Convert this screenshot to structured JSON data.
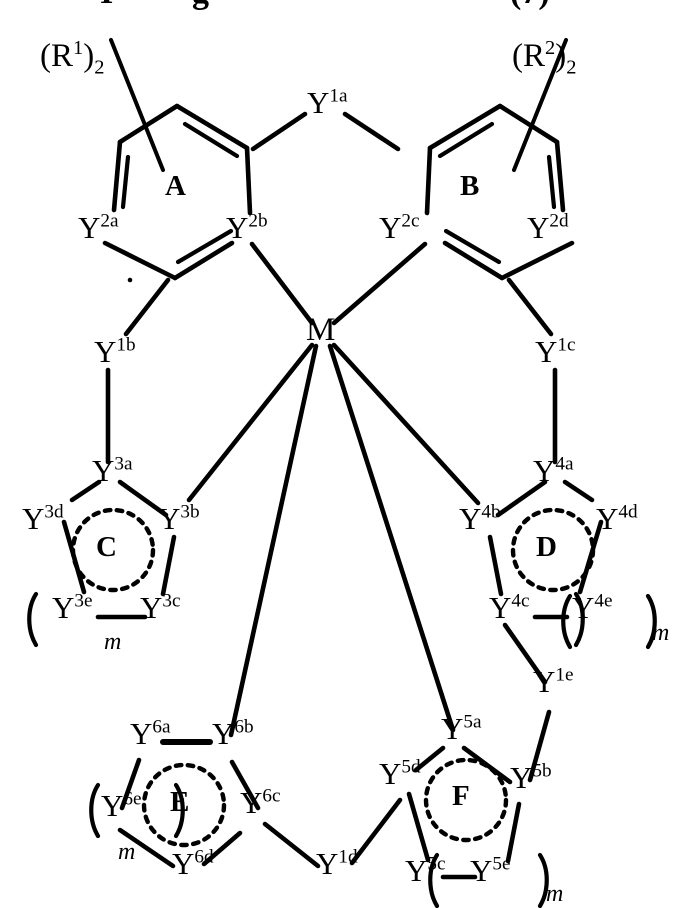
{
  "figure": {
    "type": "chemical-structure-diagram",
    "description": "Metal complex structure with aromatic rings A and B, five-membered heterocycles C, D, E, F coordinated to central metal M",
    "stroke_color": "#000000",
    "background_color": "#ffffff"
  },
  "labels": {
    "r1": {
      "open": "(",
      "symbol": "R",
      "sup": "1",
      "close": ")",
      "sub": "2"
    },
    "r2": {
      "open": "(",
      "symbol": "R",
      "sup": "2",
      "close": ")",
      "sub": "2"
    },
    "metal": "M",
    "ring_a": "A",
    "ring_b": "B",
    "ring_c": "C",
    "ring_d": "D",
    "ring_e": "E",
    "ring_f": "F",
    "m_subscript": "m",
    "paren_open": "(",
    "paren_close": ")"
  },
  "atoms": [
    {
      "id": "y1a",
      "base": "Y",
      "sup": "1a"
    },
    {
      "id": "y1b",
      "base": "Y",
      "sup": "1b"
    },
    {
      "id": "y1c",
      "base": "Y",
      "sup": "1c"
    },
    {
      "id": "y1d",
      "base": "Y",
      "sup": "1d"
    },
    {
      "id": "y1e",
      "base": "Y",
      "sup": "1e"
    },
    {
      "id": "y2a",
      "base": "Y",
      "sup": "2a"
    },
    {
      "id": "y2b",
      "base": "Y",
      "sup": "2b"
    },
    {
      "id": "y2c",
      "base": "Y",
      "sup": "2c"
    },
    {
      "id": "y2d",
      "base": "Y",
      "sup": "2d"
    },
    {
      "id": "y3a",
      "base": "Y",
      "sup": "3a"
    },
    {
      "id": "y3b",
      "base": "Y",
      "sup": "3b"
    },
    {
      "id": "y3c",
      "base": "Y",
      "sup": "3c"
    },
    {
      "id": "y3d",
      "base": "Y",
      "sup": "3d"
    },
    {
      "id": "y3e",
      "base": "Y",
      "sup": "3e"
    },
    {
      "id": "y4a",
      "base": "Y",
      "sup": "4a"
    },
    {
      "id": "y4b",
      "base": "Y",
      "sup": "4b"
    },
    {
      "id": "y4c",
      "base": "Y",
      "sup": "4c"
    },
    {
      "id": "y4d",
      "base": "Y",
      "sup": "4d"
    },
    {
      "id": "y4e",
      "base": "Y",
      "sup": "4e"
    },
    {
      "id": "y5a",
      "base": "Y",
      "sup": "5a"
    },
    {
      "id": "y5b",
      "base": "Y",
      "sup": "5b"
    },
    {
      "id": "y5c",
      "base": "Y",
      "sup": "5c"
    },
    {
      "id": "y5d",
      "base": "Y",
      "sup": "5d"
    },
    {
      "id": "y5e",
      "base": "Y",
      "sup": "5e"
    },
    {
      "id": "y6a",
      "base": "Y",
      "sup": "6a"
    },
    {
      "id": "y6b",
      "base": "Y",
      "sup": "6b"
    },
    {
      "id": "y6c",
      "base": "Y",
      "sup": "6c"
    },
    {
      "id": "y6d",
      "base": "Y",
      "sup": "6d"
    },
    {
      "id": "y6e",
      "base": "Y",
      "sup": "6e"
    }
  ],
  "atom_text": {
    "y1a": "Y",
    "y1a_sup": "1a",
    "y1b": "Y",
    "y1b_sup": "1b",
    "y1c": "Y",
    "y1c_sup": "1c",
    "y1d": "Y",
    "y1d_sup": "1d",
    "y1e": "Y",
    "y1e_sup": "1e",
    "y2a": "Y",
    "y2a_sup": "2a",
    "y2b": "Y",
    "y2b_sup": "2b",
    "y2c": "Y",
    "y2c_sup": "2c",
    "y2d": "Y",
    "y2d_sup": "2d",
    "y3a": "Y",
    "y3a_sup": "3a",
    "y3b": "Y",
    "y3b_sup": "3b",
    "y3c": "Y",
    "y3c_sup": "3c",
    "y3d": "Y",
    "y3d_sup": "3d",
    "y3e": "Y",
    "y3e_sup": "3e",
    "y4a": "Y",
    "y4a_sup": "4a",
    "y4b": "Y",
    "y4b_sup": "4b",
    "y4c": "Y",
    "y4c_sup": "4c",
    "y4d": "Y",
    "y4d_sup": "4d",
    "y4e": "Y",
    "y4e_sup": "4e",
    "y5a": "Y",
    "y5a_sup": "5a",
    "y5b": "Y",
    "y5b_sup": "5b",
    "y5c": "Y",
    "y5c_sup": "5c",
    "y5d": "Y",
    "y5d_sup": "5d",
    "y5e": "Y",
    "y5e_sup": "5e",
    "y6a": "Y",
    "y6a_sup": "6a",
    "y6b": "Y",
    "y6b_sup": "6b",
    "y6c": "Y",
    "y6c_sup": "6c",
    "y6d": "Y",
    "y6d_sup": "6d",
    "y6e": "Y",
    "y6e_sup": "6e"
  },
  "rings": {
    "a": {
      "label": "A",
      "type": "benzene",
      "members": [
        "y2a",
        "y2b"
      ]
    },
    "b": {
      "label": "B",
      "type": "benzene",
      "members": [
        "y2c",
        "y2d"
      ]
    },
    "c": {
      "label": "C",
      "type": "five-membered-aromatic",
      "members": [
        "y3a",
        "y3b",
        "y3c",
        "y3d",
        "y3e"
      ]
    },
    "d": {
      "label": "D",
      "type": "five-membered-aromatic",
      "members": [
        "y4a",
        "y4b",
        "y4c",
        "y4d",
        "y4e"
      ]
    },
    "e": {
      "label": "E",
      "type": "five-membered-aromatic",
      "members": [
        "y6a",
        "y6b",
        "y6c",
        "y6d",
        "y6e"
      ]
    },
    "f": {
      "label": "F",
      "type": "five-membered-aromatic",
      "members": [
        "y5a",
        "y5b",
        "y5c",
        "y5d",
        "y5e"
      ]
    }
  },
  "bonds_to_metal": [
    "y2b",
    "y2c",
    "y3b",
    "y6b",
    "y5a",
    "y4b"
  ]
}
